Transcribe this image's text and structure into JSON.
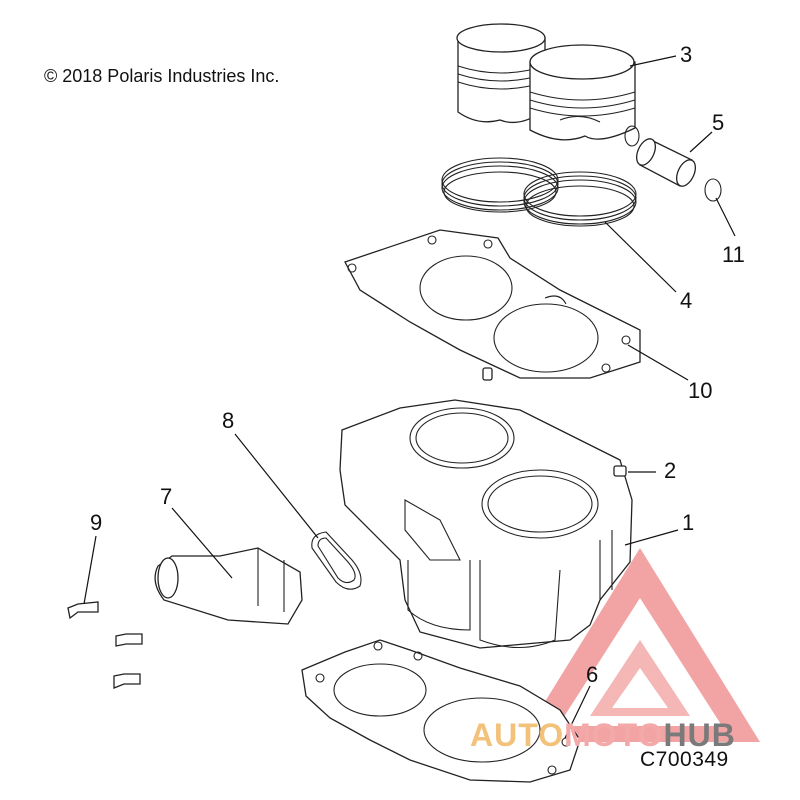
{
  "copyright": "© 2018 Polaris Industries Inc.",
  "document_id": "C700349",
  "watermark": {
    "part1": "AUTO",
    "part2": "MOTO",
    "part3": "HUB",
    "colors": {
      "auto": "#f2c27a",
      "moto": "#f4a9a9",
      "hub": "#7a7a7a",
      "triangle": "#e85a5a"
    }
  },
  "callouts": {
    "c1": "1",
    "c2": "2",
    "c3": "3",
    "c4": "4",
    "c5": "5",
    "c6": "6",
    "c7": "7",
    "c8": "8",
    "c9": "9",
    "c10": "10",
    "c11": "11"
  }
}
